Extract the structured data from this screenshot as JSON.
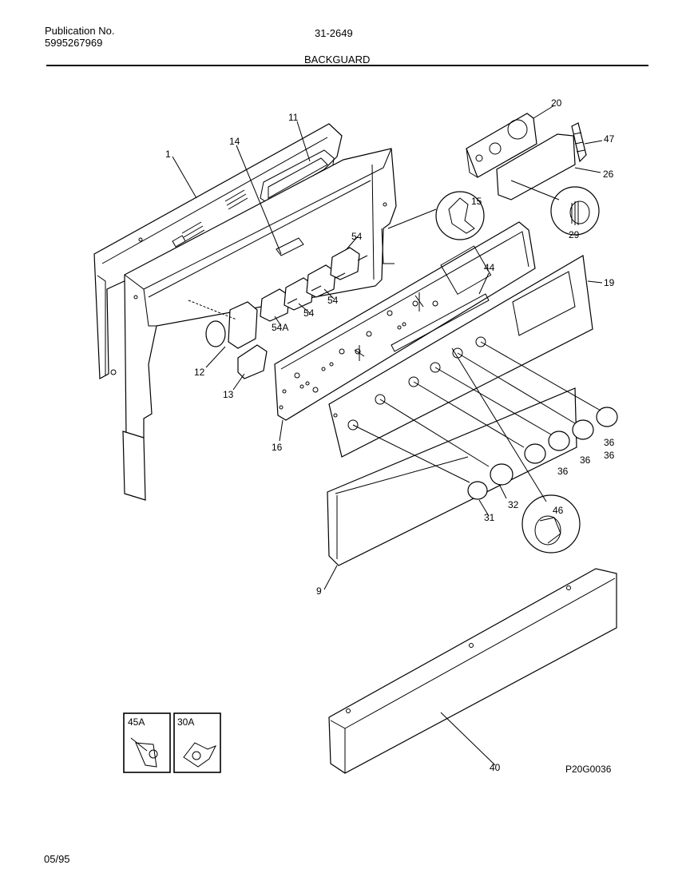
{
  "header": {
    "publication_label": "Publication No.",
    "publication_number": "5995267969",
    "document_number": "31-2649",
    "section_title": "BACKGUARD"
  },
  "footer": {
    "date": "05/95"
  },
  "figure_id": "P20G0036",
  "inset_boxes": [
    {
      "label": "45A"
    },
    {
      "label": "30A"
    }
  ],
  "callouts": [
    {
      "id": "c20",
      "label": "20"
    },
    {
      "id": "c47",
      "label": "47"
    },
    {
      "id": "c26",
      "label": "26"
    },
    {
      "id": "c11",
      "label": "11"
    },
    {
      "id": "c14",
      "label": "14"
    },
    {
      "id": "c1",
      "label": "1"
    },
    {
      "id": "c15",
      "label": "15"
    },
    {
      "id": "c29",
      "label": "29"
    },
    {
      "id": "c54a",
      "label": "54"
    },
    {
      "id": "c44",
      "label": "44"
    },
    {
      "id": "c19",
      "label": "19"
    },
    {
      "id": "c54b",
      "label": "54"
    },
    {
      "id": "c54c",
      "label": "54"
    },
    {
      "id": "c54A",
      "label": "54A"
    },
    {
      "id": "c12",
      "label": "12"
    },
    {
      "id": "c13",
      "label": "13"
    },
    {
      "id": "c16",
      "label": "16"
    },
    {
      "id": "c36a",
      "label": "36"
    },
    {
      "id": "c36b",
      "label": "36"
    },
    {
      "id": "c36c",
      "label": "36"
    },
    {
      "id": "c36d",
      "label": "36"
    },
    {
      "id": "c32",
      "label": "32"
    },
    {
      "id": "c31",
      "label": "31"
    },
    {
      "id": "c46",
      "label": "46"
    },
    {
      "id": "c9",
      "label": "9"
    },
    {
      "id": "c40",
      "label": "40"
    }
  ]
}
